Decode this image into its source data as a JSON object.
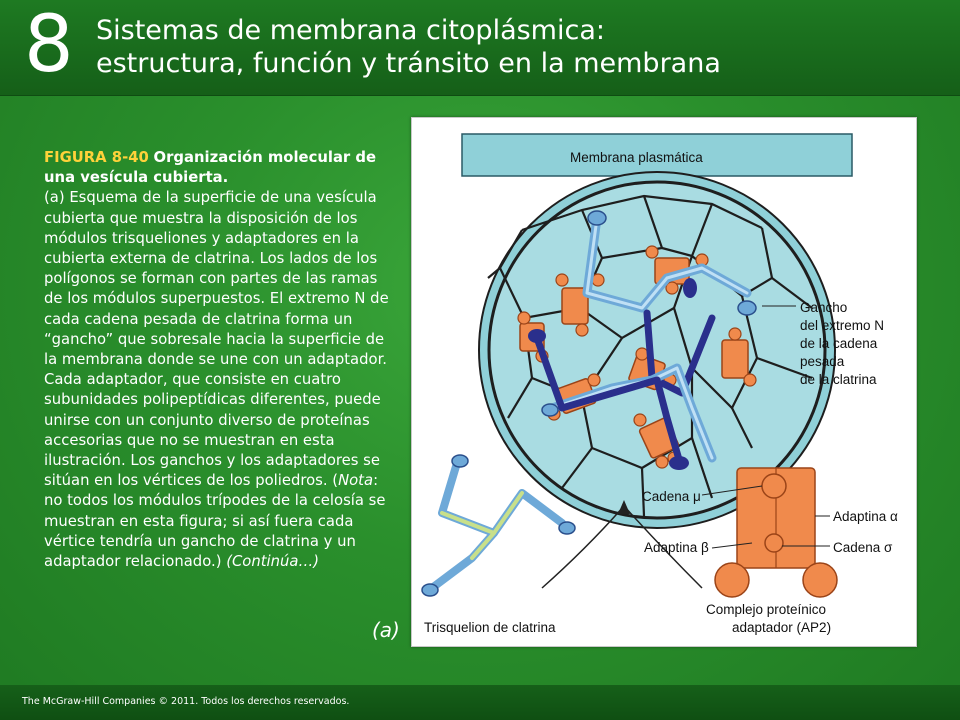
{
  "header": {
    "chapter_number": "8",
    "title_line1": "Sistemas de membrana citoplásmica:",
    "title_line2": "estructura, función y tránsito en la membrana"
  },
  "caption": {
    "figure_label": "FIGURA 8-40",
    "figure_title": "Organización molecular de una vesícula cubierta.",
    "body_part1": "(a) Esquema de la superficie de una vesícula cubierta que muestra la disposición de los módulos trisqueliones y adaptadores en la cubierta externa de clatrina. Los lados de los polígonos se forman con partes de las ramas de los módulos superpuestos. El extremo N de cada cadena pesada de clatrina forma un “gancho” que sobresale hacia la superficie de la membrana donde se une con un adaptador. Cada adaptador, que consiste en cuatro subunidades polipeptídicas diferentes, puede unirse con un conjunto diverso de proteínas accesorias que no se muestran en esta ilustración. Los ganchos y los adaptadores se sitúan en los vértices de los poliedros. (",
    "nota_label": "Nota",
    "body_part2": ": no todos los módulos trípodes de la celosía se muestran en esta figura; si así fuera cada vértice tendría un gancho de clatrina y un adaptador relacionado.) ",
    "continua": "(Continúa…)",
    "panel_letter": "(a)"
  },
  "figure": {
    "membrane_label": "Membrana plasmática",
    "hook_label_lines": [
      "Gancho",
      "del extremo N",
      "de la cadena",
      "pesada",
      "de la clatrina"
    ],
    "cadena_mu": "Cadena μ",
    "adaptina_alpha": "Adaptina α",
    "adaptina_beta": "Adaptina β",
    "cadena_sigma": "Cadena σ",
    "triskelion_label": "Trisquelion de clatrina",
    "complex_label_lines": [
      "Complejo proteínico",
      "adaptador (AP2)"
    ],
    "colors": {
      "membrane": "#8fd0d8",
      "clathrin_light": "#6ea9d8",
      "clathrin_dark": "#2a2f8c",
      "adaptor": "#f08a4c"
    }
  },
  "footer": {
    "copyright": "The McGraw-Hill Companies © 2011. Todos los derechos reservados."
  }
}
